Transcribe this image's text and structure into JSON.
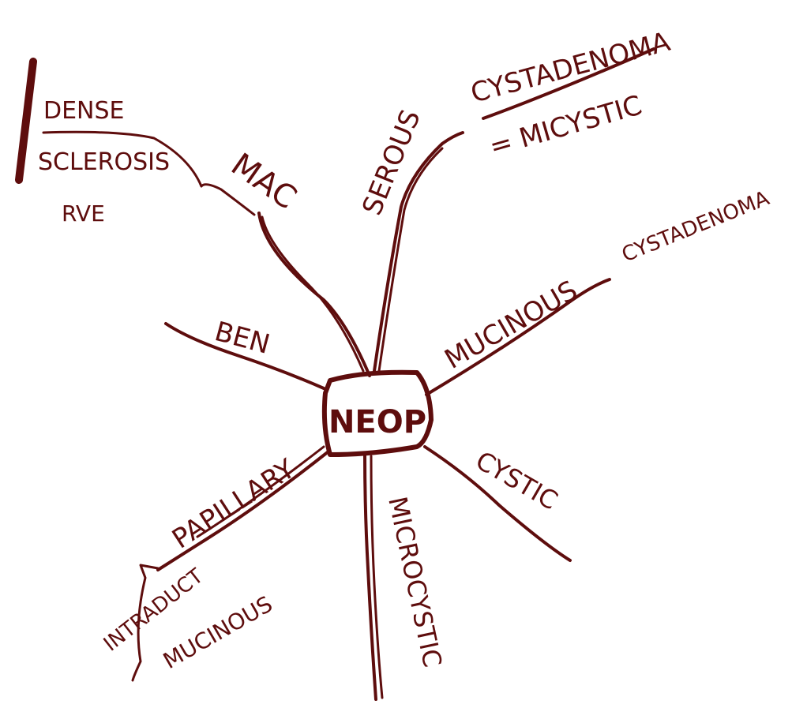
{
  "center": {
    "label": "NEOP"
  },
  "branches": {
    "mac": {
      "label": "MAC"
    },
    "dense": {
      "label": "DENSE"
    },
    "sclerosis": {
      "label": "SCLEROSIS"
    },
    "rve": {
      "label": "RVE"
    },
    "serous": {
      "label": "SEROUS"
    },
    "cystadenoma_top": {
      "label": "CYSTADENOMA"
    },
    "microcystic": {
      "label": "= MICYSTIC"
    },
    "mucinous": {
      "label": "MUCINOUS"
    },
    "cystadenoma_right": {
      "label": "CYSTADENOMA"
    },
    "benign": {
      "label": "BEN"
    },
    "papillary": {
      "label": "PAPILLARY"
    },
    "intraduct": {
      "label": "INTRADUCT"
    },
    "mucinous_lower": {
      "label": "MUCINOUS"
    },
    "microcystic_lower": {
      "label": "MICROCYSTIC"
    },
    "cystic": {
      "label": "CYSTIC"
    }
  },
  "colors": {
    "ink": "#5e0d0d",
    "paper": "#ffffff"
  }
}
